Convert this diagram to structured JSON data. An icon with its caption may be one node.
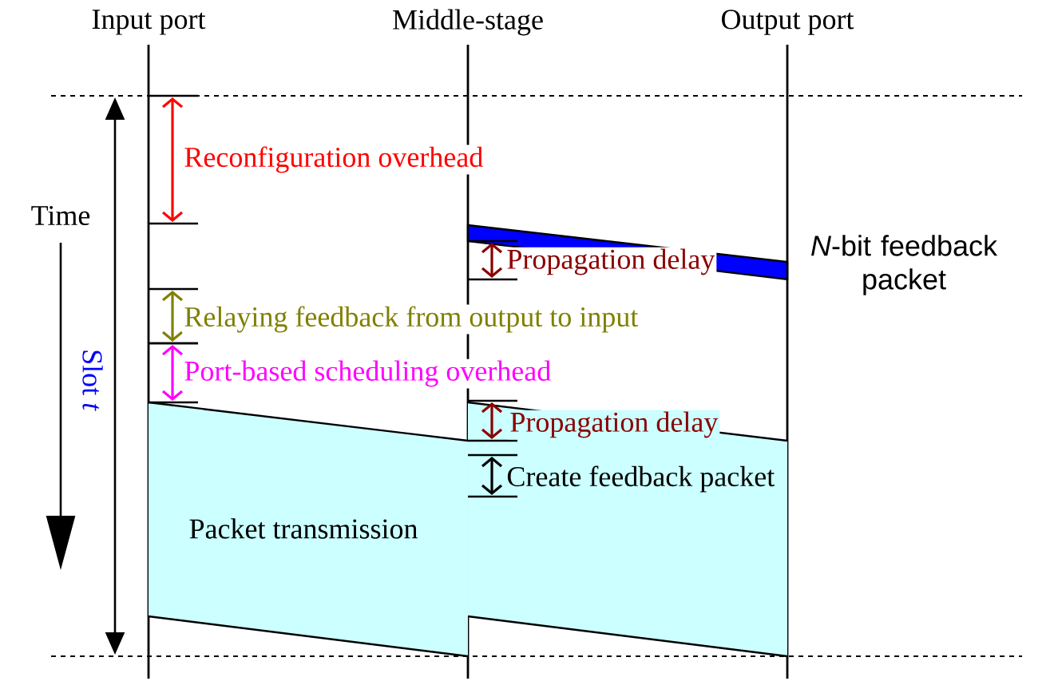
{
  "diagram": {
    "nodes": [
      {
        "text": [],
        "shape": "bar",
        "beside": [
          "*N*-bit feedback packet"
        ]
      },
      {
        "text": [
          "Packet transmission"
        ]
      },
      {
        "text": [],
        "shape": "band"
      }
    ],
    "labels": [
      "Input port",
      "Middle-stage",
      "Output port",
      "Reconfiguration overhead",
      "Time",
      "Propagation delay",
      "Relaying feedback from output to input",
      "Port-based scheduling overhead",
      "Slot *t*",
      "Propagation delay",
      "Create feedback packet"
    ]
  }
}
